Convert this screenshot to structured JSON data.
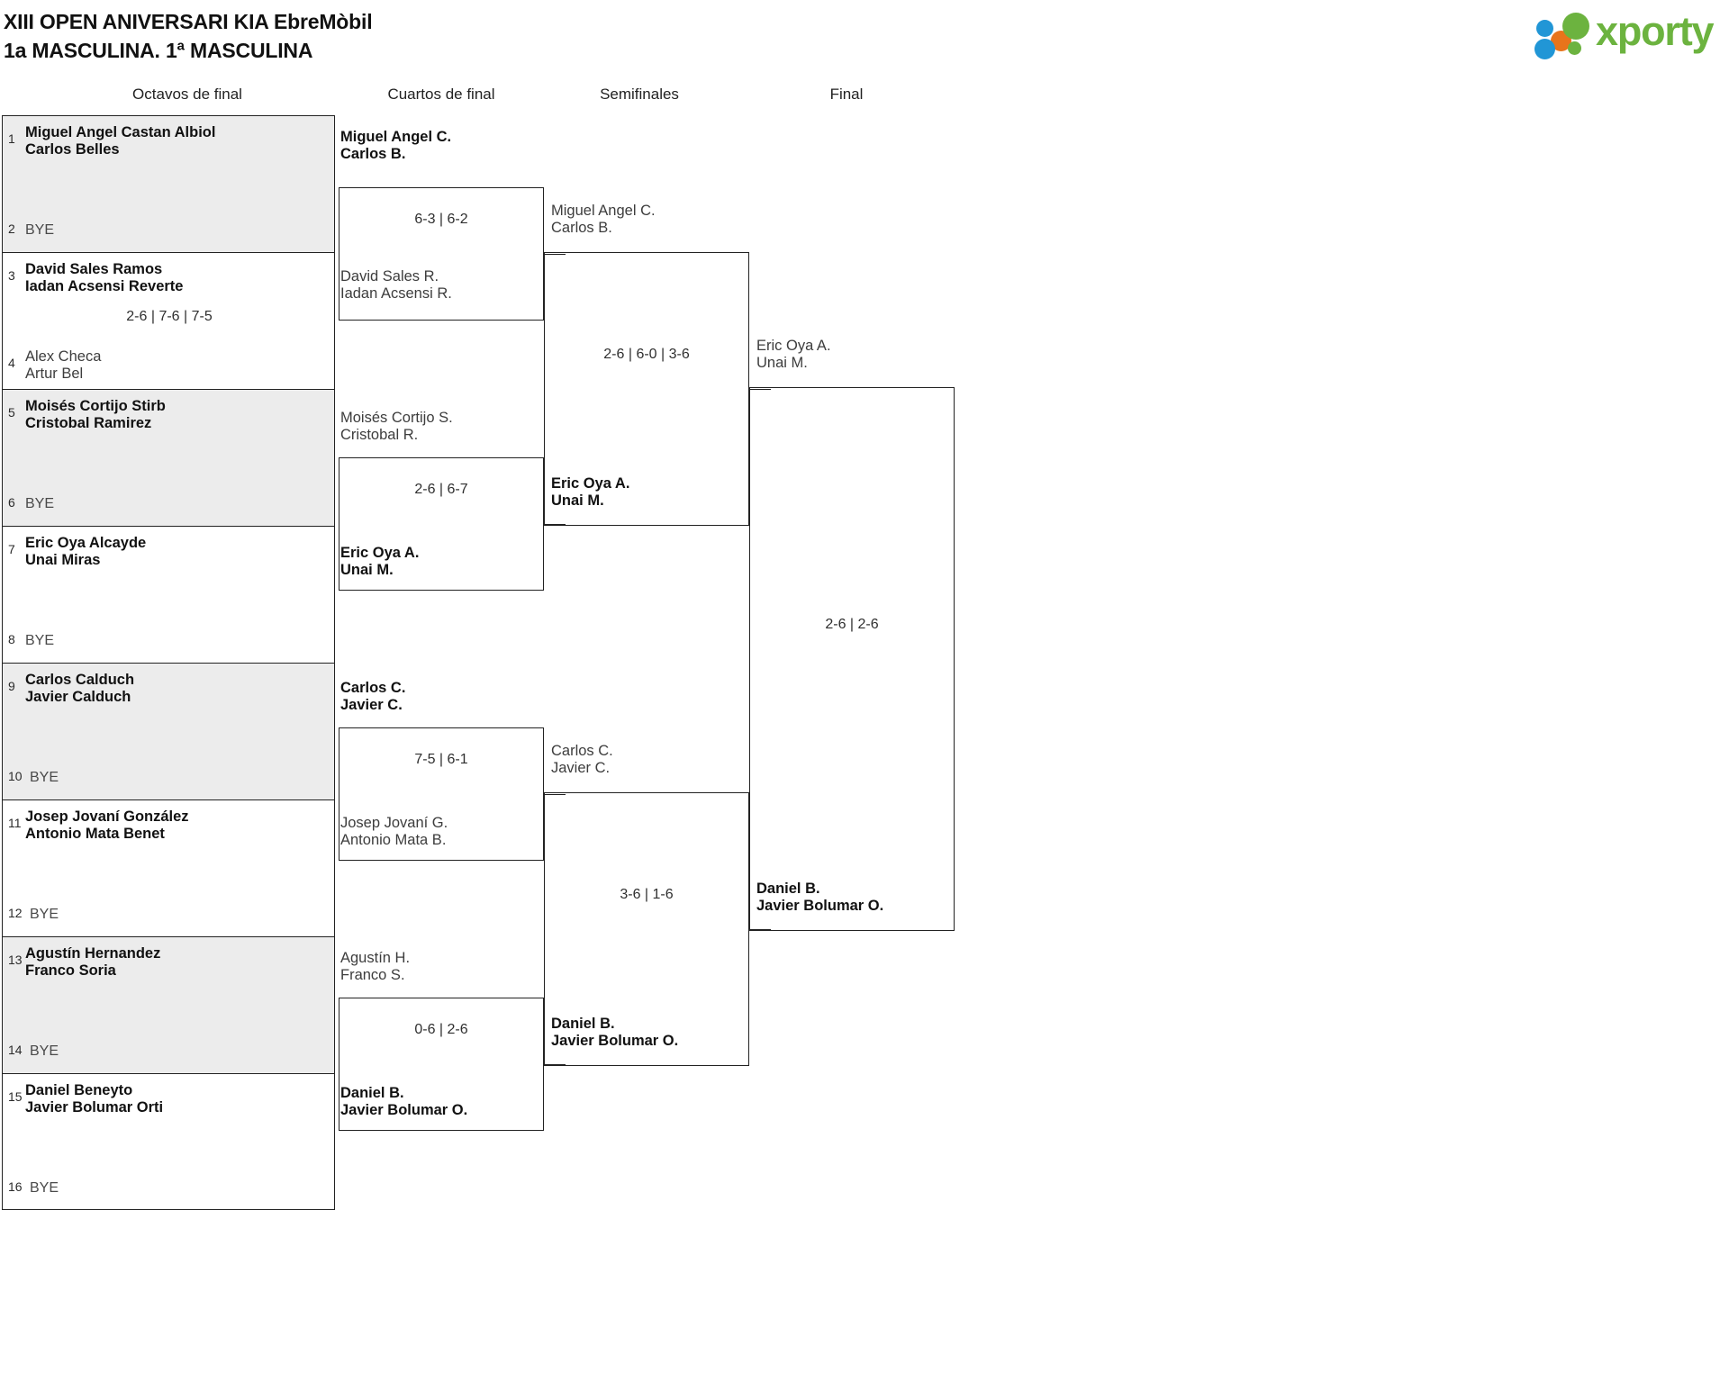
{
  "header": {
    "title_line1": "XIII OPEN ANIVERSARI KIA EbreMòbil",
    "title_line2": "1a MASCULINA. 1ª MASCULINA",
    "logo_text": "xporty",
    "logo_colors": {
      "green": "#6cb33f",
      "blue": "#2196d6",
      "orange": "#e8741b"
    }
  },
  "rounds": [
    {
      "label": "Octavos de final"
    },
    {
      "label": "Cuartos de final"
    },
    {
      "label": "Semifinales"
    },
    {
      "label": "Final"
    }
  ],
  "round1": {
    "entries": [
      {
        "seed": "1",
        "line1": "Miguel Angel Castan Albiol",
        "line2": "Carlos Belles",
        "state": "win",
        "bye": false
      },
      {
        "seed": "2",
        "line1": "BYE",
        "line2": "",
        "state": "bye",
        "bye": true
      },
      {
        "seed": "3",
        "line1": "David Sales Ramos",
        "line2": "Iadan Acsensi Reverte",
        "state": "win",
        "bye": false
      },
      {
        "seed": "4",
        "line1": "Alex Checa",
        "line2": "Artur Bel",
        "state": "lose",
        "bye": false
      },
      {
        "seed": "5",
        "line1": "Moisés Cortijo Stirb",
        "line2": "Cristobal Ramirez",
        "state": "win",
        "bye": false
      },
      {
        "seed": "6",
        "line1": "BYE",
        "line2": "",
        "state": "bye",
        "bye": true
      },
      {
        "seed": "7",
        "line1": "Eric Oya Alcayde",
        "line2": "Unai Miras",
        "state": "win",
        "bye": false
      },
      {
        "seed": "8",
        "line1": "BYE",
        "line2": "",
        "state": "bye",
        "bye": true
      },
      {
        "seed": "9",
        "line1": "Carlos Calduch",
        "line2": "Javier Calduch",
        "state": "win",
        "bye": false
      },
      {
        "seed": "10",
        "line1": "BYE",
        "line2": "",
        "state": "bye",
        "bye": true
      },
      {
        "seed": "11",
        "line1": "Josep Jovaní González",
        "line2": "Antonio Mata Benet",
        "state": "win",
        "bye": false
      },
      {
        "seed": "12",
        "line1": "BYE",
        "line2": "",
        "state": "bye",
        "bye": true
      },
      {
        "seed": "13",
        "line1": "Agustín Hernandez",
        "line2": "Franco Soria",
        "state": "win",
        "bye": false
      },
      {
        "seed": "14",
        "line1": "BYE",
        "line2": "",
        "state": "bye",
        "bye": true
      },
      {
        "seed": "15",
        "line1": "Daniel Beneyto",
        "line2": "Javier Bolumar Orti",
        "state": "win",
        "bye": false
      },
      {
        "seed": "16",
        "line1": "BYE",
        "line2": "",
        "state": "bye",
        "bye": true
      }
    ],
    "scores": [
      {
        "text": "",
        "index": 0
      },
      {
        "text": "2-6 | 7-6 | 7-5",
        "index": 1
      },
      {
        "text": "",
        "index": 2
      },
      {
        "text": "",
        "index": 3
      },
      {
        "text": "",
        "index": 4
      },
      {
        "text": "",
        "index": 5
      },
      {
        "text": "",
        "index": 6
      },
      {
        "text": "",
        "index": 7
      }
    ]
  },
  "round2": {
    "matches": [
      {
        "top": {
          "line1": "Miguel Angel C.",
          "line2": "Carlos B.",
          "state": "win"
        },
        "bottom": {
          "line1": "David Sales R.",
          "line2": "Iadan Acsensi R.",
          "state": "lose"
        },
        "score": "6-3 | 6-2"
      },
      {
        "top": {
          "line1": "Moisés Cortijo S.",
          "line2": "Cristobal R.",
          "state": "lose"
        },
        "bottom": {
          "line1": "Eric Oya A.",
          "line2": "Unai M.",
          "state": "win"
        },
        "score": "2-6 | 6-7"
      },
      {
        "top": {
          "line1": "Carlos C.",
          "line2": "Javier C.",
          "state": "win"
        },
        "bottom": {
          "line1": "Josep Jovaní G.",
          "line2": "Antonio Mata B.",
          "state": "lose"
        },
        "score": "7-5 | 6-1"
      },
      {
        "top": {
          "line1": "Agustín H.",
          "line2": "Franco S.",
          "state": "lose"
        },
        "bottom": {
          "line1": "Daniel B.",
          "line2": "Javier Bolumar O.",
          "state": "win"
        },
        "score": "0-6 | 2-6"
      }
    ]
  },
  "round3": {
    "matches": [
      {
        "top": {
          "line1": "Miguel Angel C.",
          "line2": "Carlos B.",
          "state": "lose"
        },
        "bottom": {
          "line1": "Eric Oya A.",
          "line2": "Unai M.",
          "state": "win"
        },
        "score": "2-6 | 6-0 | 3-6"
      },
      {
        "top": {
          "line1": "Carlos C.",
          "line2": "Javier C.",
          "state": "lose"
        },
        "bottom": {
          "line1": "Daniel B.",
          "line2": "Javier Bolumar O.",
          "state": "win"
        },
        "score": "3-6 | 1-6"
      }
    ]
  },
  "round4": {
    "matches": [
      {
        "top": {
          "line1": "Eric Oya A.",
          "line2": "Unai M.",
          "state": "lose"
        },
        "bottom": {
          "line1": "Daniel B.",
          "line2": "Javier Bolumar O.",
          "state": "win"
        },
        "score": "2-6 | 2-6"
      }
    ]
  }
}
